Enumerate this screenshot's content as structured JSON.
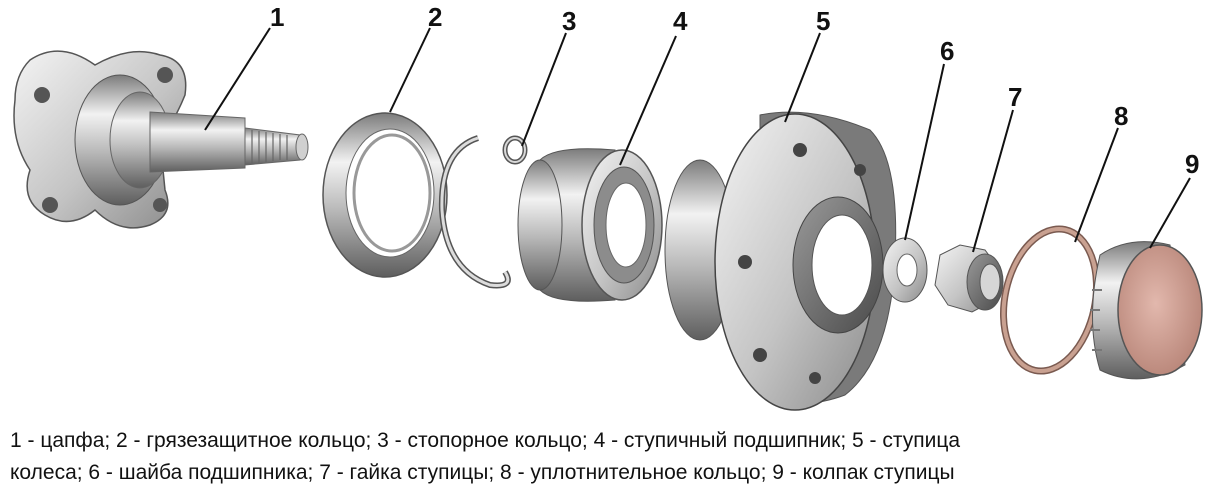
{
  "labels": [
    "1",
    "2",
    "3",
    "4",
    "5",
    "6",
    "7",
    "8",
    "9"
  ],
  "caption": {
    "line1": "1 - цапфа; 2 - грязезащитное кольцо; 3 - стопорное кольцо; 4 - ступичный подшипник; 5 - ступица",
    "line2": "колеса; 6 - шайба подшипника; 7 - гайка ступицы; 8 - уплотнительное кольцо; 9 - колпак ступицы"
  },
  "colors": {
    "metal_light": "#e6e6e6",
    "metal_mid": "#b5b5b5",
    "metal_dark": "#6f6f6f",
    "seal_ring": "#c9a191",
    "cap_face": "#cf9f93"
  }
}
